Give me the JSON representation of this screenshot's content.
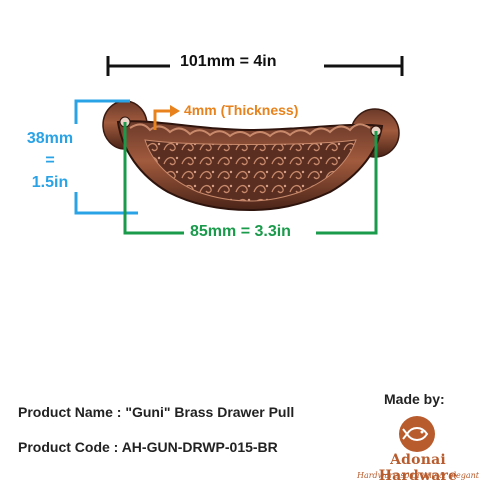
{
  "dimensions": {
    "width_label": "101mm = 4in",
    "thickness_label": "4mm (Thickness)",
    "height_label_lines": [
      "38mm",
      "=",
      "1.5in"
    ],
    "hole_spacing_label": "85mm = 3.3in"
  },
  "product": {
    "name_line": "Product Name : \"Guni\" Brass Drawer Pull",
    "code_line": "Product Code  : AH-GUN-DRWP-015-BR"
  },
  "maker": {
    "made_by_label": "Made by:",
    "brand_name": "Adonai Hardware",
    "tagline": "Hardware so divine & elegant"
  },
  "colors": {
    "width_dimension": "#111111",
    "thickness_dimension": "#e8821c",
    "height_dimension": "#2aa3e6",
    "hole_spacing_dimension": "#1a9a4b",
    "brand": "#b85c2e",
    "handle_copper": "#8a4a32"
  },
  "icons": [
    "fish-emblem-icon"
  ]
}
